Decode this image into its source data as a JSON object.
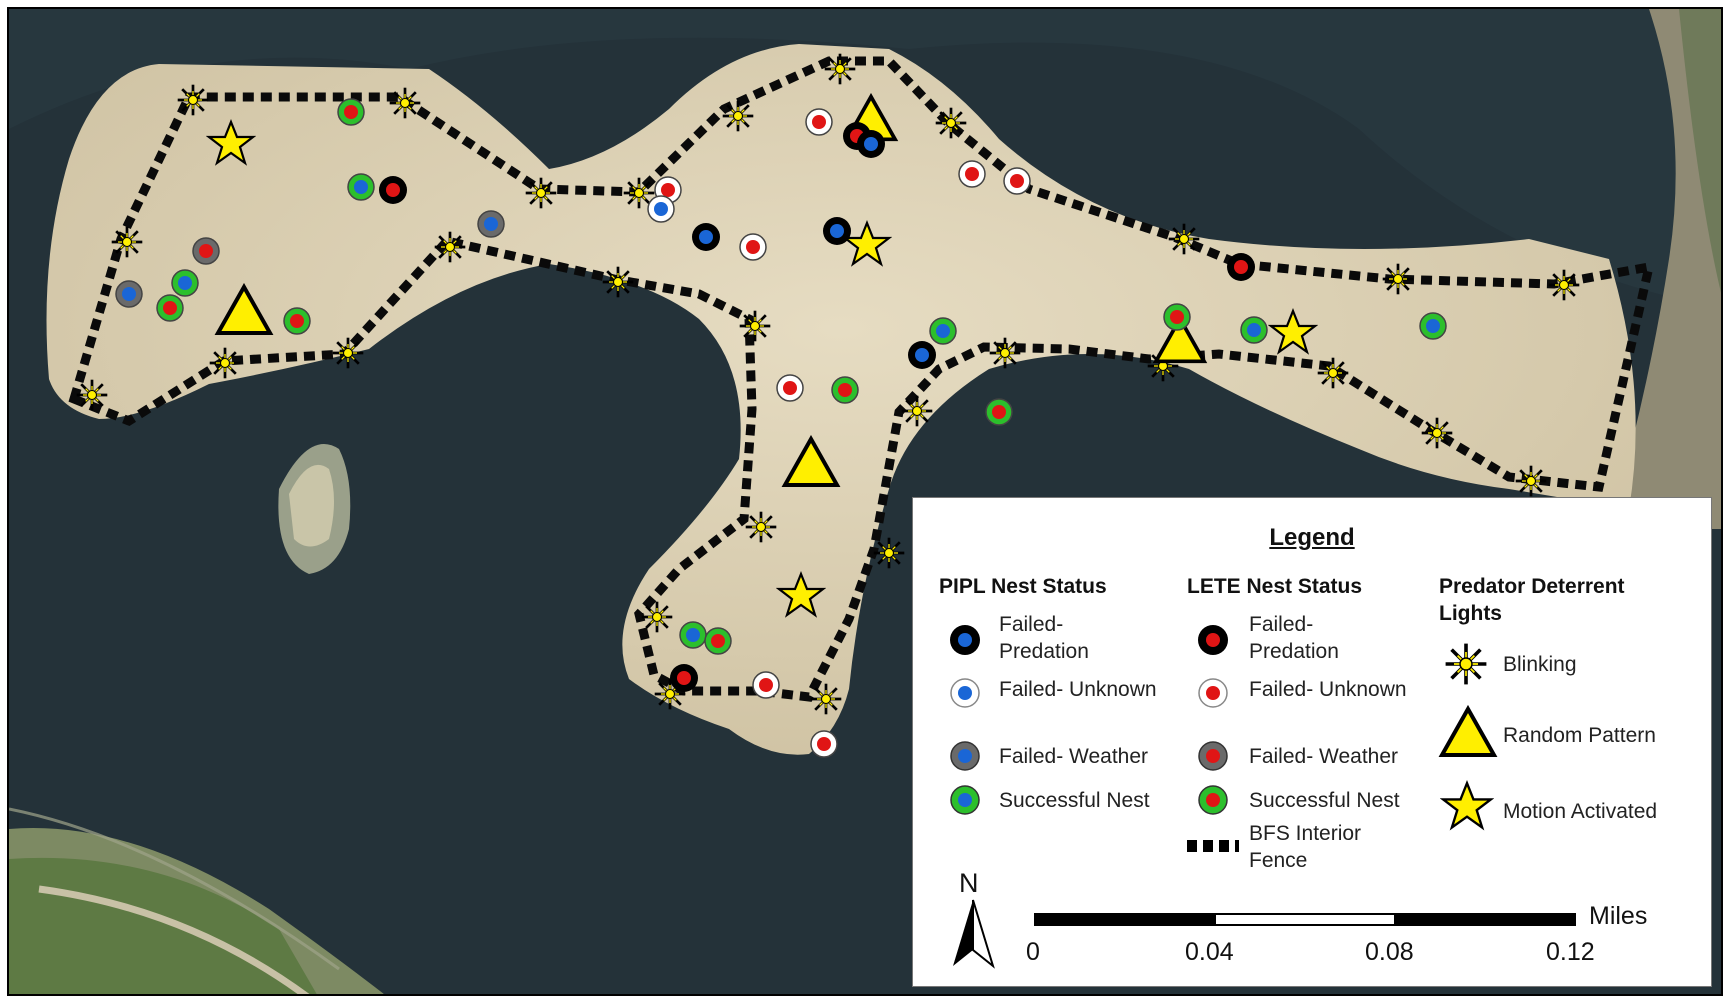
{
  "legend": {
    "title": "Legend",
    "pipl_heading": "PIPL Nest Status",
    "lete_heading": "LETE Nest Status",
    "lights_heading": "Predator Deterrent\nLights",
    "pipl_items": [
      {
        "label": "Failed-\nPredation",
        "status": "failed-predation"
      },
      {
        "label": "Failed- Unknown",
        "status": "failed-unknown"
      },
      {
        "label": "Failed- Weather",
        "status": "failed-weather"
      },
      {
        "label": "Successful Nest",
        "status": "successful"
      }
    ],
    "lete_items": [
      {
        "label": "Failed-\nPredation",
        "status": "failed-predation"
      },
      {
        "label": "Failed- Unknown",
        "status": "failed-unknown"
      },
      {
        "label": "Failed- Weather",
        "status": "failed-weather"
      },
      {
        "label": "Successful Nest",
        "status": "successful"
      }
    ],
    "fence_label": "BFS Interior\nFence",
    "light_items": [
      {
        "label": "Blinking",
        "icon": "blinking-light-icon"
      },
      {
        "label": "Random Pattern",
        "icon": "triangle-light-icon"
      },
      {
        "label": "Motion Activated",
        "icon": "star-light-icon"
      }
    ]
  },
  "north_label": "N",
  "scale": {
    "unit": "Miles",
    "ticks": [
      "0",
      "0.04",
      "0.08",
      "0.12"
    ]
  },
  "colors": {
    "pipl_center": "#1a66d6",
    "lete_center": "#e01515",
    "failed_predation_ring": "#000000",
    "failed_unknown_ring": "#ffffff",
    "failed_weather_ring": "#6a6a6a",
    "successful_ring": "#2cbf2c",
    "light_fill": "#ffef00",
    "water": "#233038",
    "sand": "#ddd2b6"
  }
}
